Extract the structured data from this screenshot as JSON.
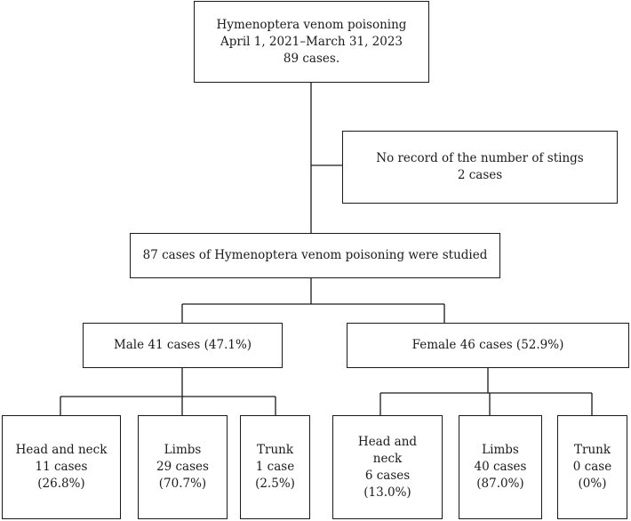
{
  "root": {
    "title": "Hymenoptera venom poisoning",
    "period": "April 1, 2021–March 31, 2023",
    "cases": "89 cases."
  },
  "excluded": {
    "label": "No record of the number of stings",
    "cases": "2 cases"
  },
  "studied": {
    "label": "87 cases of Hymenoptera venom poisoning were studied"
  },
  "male": {
    "label": "Male 41 cases (47.1%)",
    "sites": [
      {
        "lines": [
          "Head and neck",
          "11 cases",
          "(26.8%)"
        ]
      },
      {
        "lines": [
          "Limbs",
          "29 cases",
          "(70.7%)"
        ]
      },
      {
        "lines": [
          "Trunk",
          "1 case",
          "(2.5%)"
        ]
      }
    ]
  },
  "female": {
    "label": "Female 46 cases (52.9%)",
    "sites": [
      {
        "lines": [
          "Head and",
          "neck",
          "6 cases",
          "(13.0%)"
        ]
      },
      {
        "lines": [
          "Limbs",
          "40 cases",
          "(87.0%)"
        ]
      },
      {
        "lines": [
          "Trunk",
          "0 case",
          "(0%)"
        ]
      }
    ]
  }
}
